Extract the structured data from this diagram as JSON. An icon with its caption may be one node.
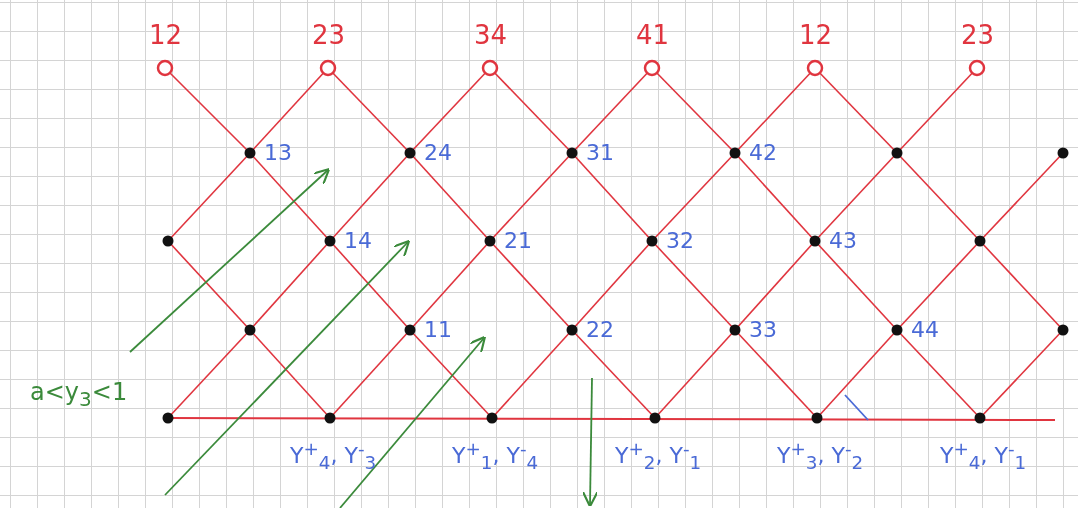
{
  "diagram": {
    "labels": [
      "12",
      "23",
      "34",
      "41",
      "12",
      "23",
      "13",
      "24",
      "31",
      "42",
      "14",
      "21",
      "32",
      "43",
      "11",
      "22",
      "33",
      "44",
      "a<y$_{3}$<1",
      "Y$^{+}$$_{4}$, Y$^{-}$$_{3}$",
      "Y$^{+}$$_{1}$, Y$^{-}$$_{4}$",
      "Y$^{+}$$_{2}$, Y$^{-}$$_{1}$",
      "Y$^{+}$$_{3}$, Y$^{-}$$_{2}$",
      "Y$^{+}$$_{4}$, Y$^{-}$$_{1}$"
    ]
  }
}
